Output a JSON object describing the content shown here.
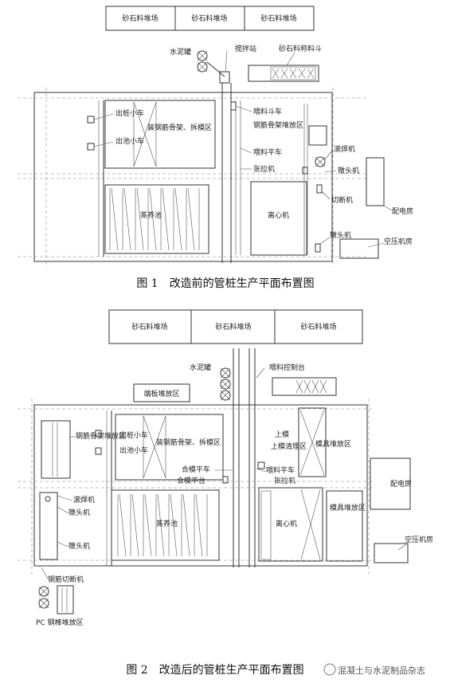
{
  "figure1": {
    "caption": "图 1　改造前的管桩生产平面布置图",
    "labels": {
      "stockyard": "砂石料堆场",
      "cement_tank": "水泥罐",
      "mixing_station": "搅拌站",
      "aggregate_hopper": "砂石料称料斗",
      "pile_cart": "出桩小车",
      "pool_cart": "出池小车",
      "rebar_frame_demold": "装钢筋骨架、拆模区",
      "feed_hopper_cart": "喂料斗车",
      "rebar_frame_storage": "钢筋骨架堆放区",
      "feed_flat_cart": "喂料平车",
      "roll_welder": "滚焊机",
      "upsetter": "镦头机",
      "tensioner": "张拉机",
      "cutter": "切断机",
      "power_room": "配电房",
      "steam_pool": "蒸养池",
      "centrifuge": "离心机",
      "upsetter2": "镦头机",
      "compressor_room": "空压机房"
    }
  },
  "figure2": {
    "caption": "图 2　改造后的管桩生产平面布置图",
    "labels": {
      "stockyard": "砂石料堆场",
      "cement_tank": "水泥罐",
      "feed_control": "喂料控制台",
      "endplate_storage": "端板堆放区",
      "rebar_frame_storage": "钢筋骨架堆放区",
      "pile_cart": "出桩小车",
      "pool_cart": "出池小车",
      "rebar_frame_demold": "装钢筋骨架、拆模区",
      "upper_mold": "上模",
      "upper_mold_clean": "上模清理区",
      "mold_storage1": "模具堆放区",
      "mold_flat_cart": "合模平车",
      "mold_platform": "合模平台",
      "feed_flat_cart": "喂料平车",
      "tensioner": "张拉机",
      "power_room": "配电房",
      "roll_welder": "滚焊机",
      "upsetter": "镦头机",
      "steam_pool": "蒸养池",
      "centrifuge": "离心机",
      "mold_storage2": "模具堆放区",
      "upsetter2": "镦头机",
      "compressor_room": "空压机房",
      "rebar_cutter": "钢筋切断机",
      "pc_storage": "PC 钢棒堆放区"
    }
  },
  "watermark": "混凝土与水泥制品杂志"
}
